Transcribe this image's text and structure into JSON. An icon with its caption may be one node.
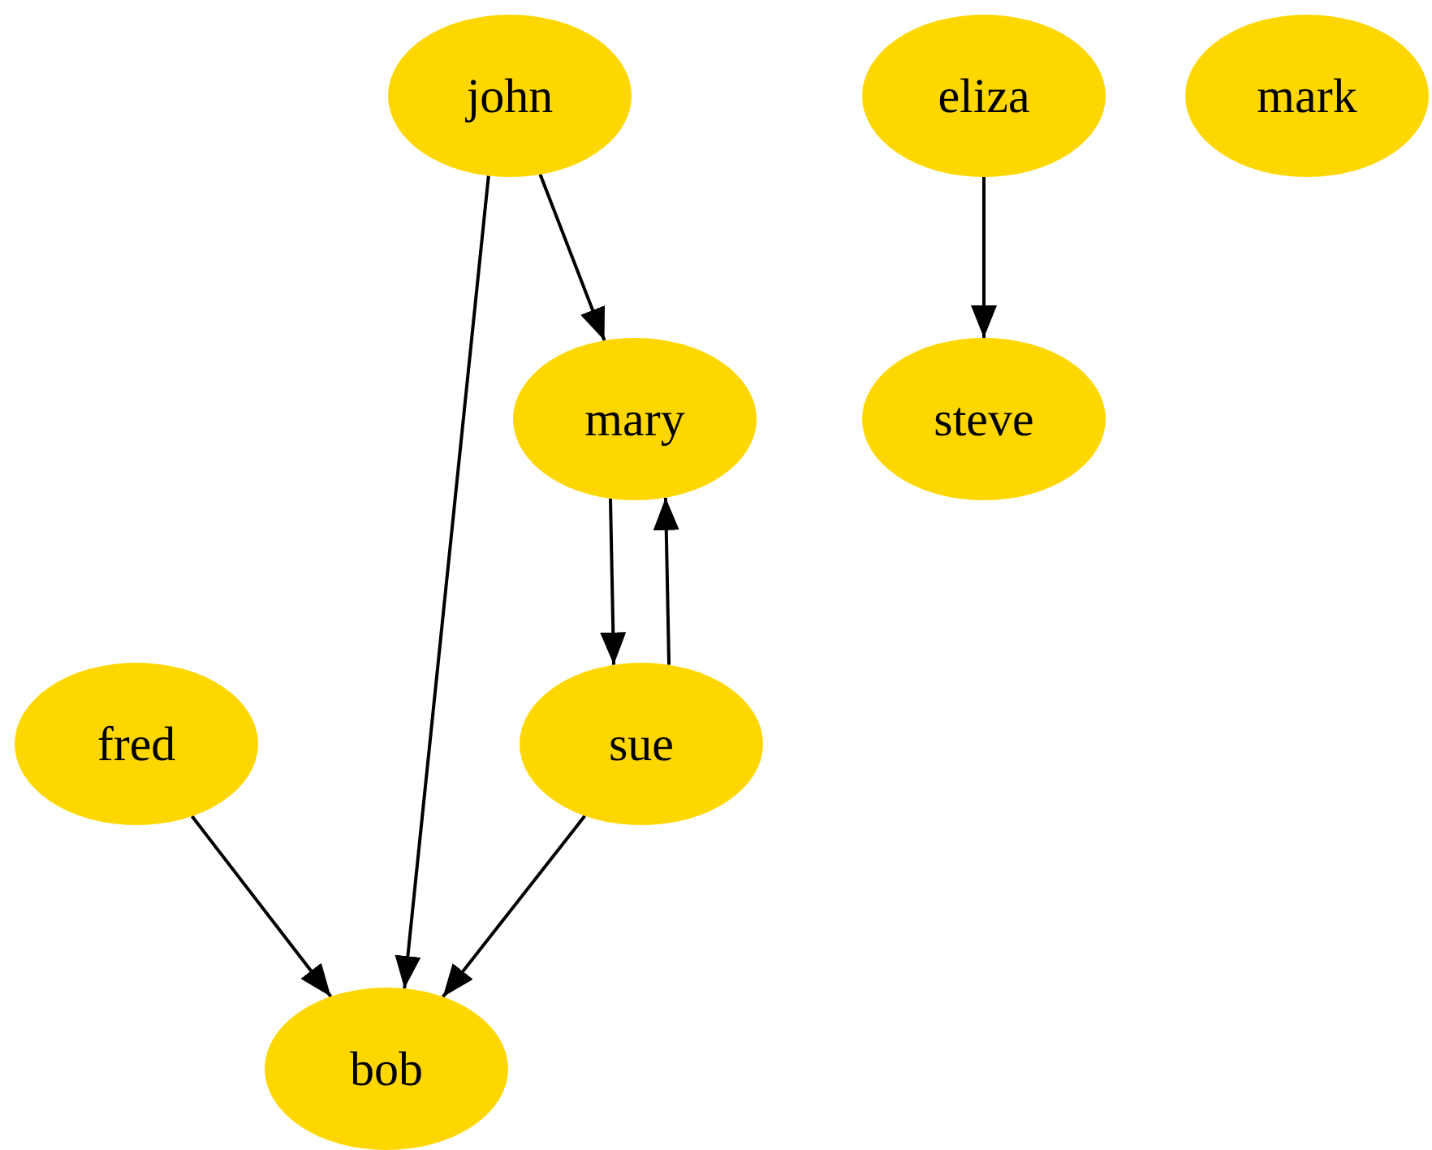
{
  "diagram": {
    "nodes": [
      {
        "text": [
          "john"
        ]
      },
      {
        "text": [
          "eliza"
        ]
      },
      {
        "text": [
          "mark"
        ]
      },
      {
        "text": [
          "mary"
        ]
      },
      {
        "text": [
          "steve"
        ]
      },
      {
        "text": [
          "fred"
        ]
      },
      {
        "text": [
          "sue"
        ]
      },
      {
        "text": [
          "bob"
        ]
      }
    ],
    "edges": [
      {
        "from": 0,
        "to": 7,
        "arrow": "to"
      },
      {
        "from": 0,
        "to": 3,
        "arrow": "to"
      },
      {
        "from": 1,
        "to": 4,
        "arrow": "to"
      },
      {
        "from": 3,
        "to": 6,
        "arrow": "to"
      },
      {
        "from": 6,
        "to": 3,
        "arrow": "to"
      },
      {
        "from": 5,
        "to": 7,
        "arrow": "to"
      },
      {
        "from": 6,
        "to": 7,
        "arrow": "to"
      }
    ]
  }
}
